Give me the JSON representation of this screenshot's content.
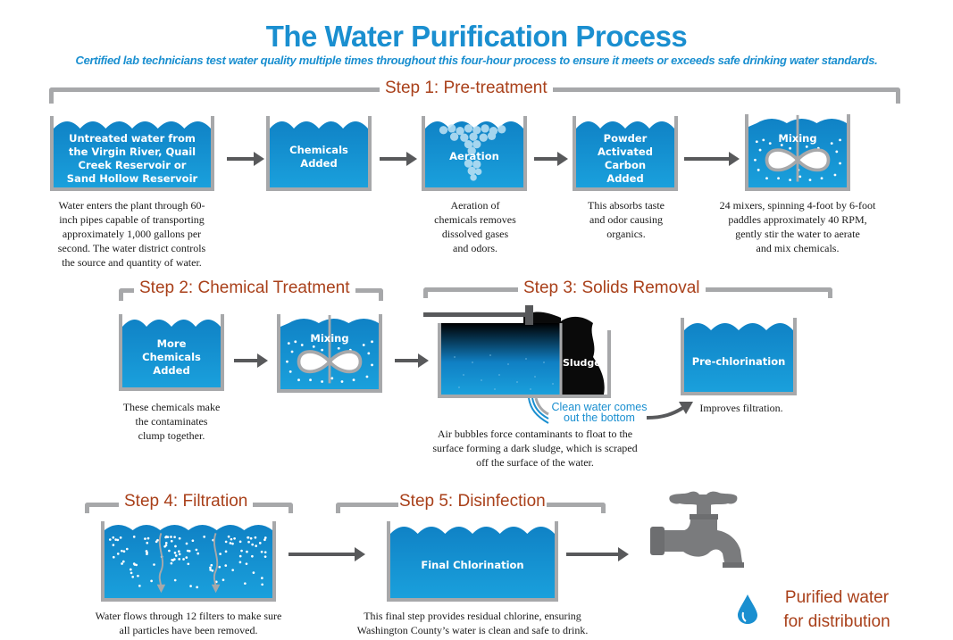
{
  "header": {
    "title": "The Water Purification Process",
    "subtitle": "Certified lab technicians test water quality multiple times throughout this four-hour process to ensure it meets or exceeds safe drinking water standards."
  },
  "colors": {
    "accent_blue": "#1a8fd0",
    "step_label": "#a9401a",
    "bracket_gray": "#a7a8aa",
    "arrow_gray": "#58595b",
    "water_top": "#0f80c4",
    "water_bottom": "#1aa0dc"
  },
  "steps": [
    {
      "label": "Step 1: Pre-treatment",
      "stages": [
        {
          "icon": "water-tank-icon",
          "label": [
            "Untreated water from",
            "the Virgin River, Quail",
            "Creek Reservoir or",
            "Sand Hollow Reservoir"
          ],
          "description": [
            "Water enters the plant through 60-",
            "inch pipes capable of transporting",
            "approximately 1,000 gallons per",
            "second.  The water district controls",
            "the source and quantity of water."
          ]
        },
        {
          "icon": "water-tank-icon",
          "label": [
            "Chemicals",
            "Added"
          ],
          "description": []
        },
        {
          "icon": "aeration-tank-icon",
          "label": [
            "Aeration"
          ],
          "description": [
            "Aeration of",
            "chemicals removes",
            "dissolved gases",
            "and odors."
          ]
        },
        {
          "icon": "water-tank-icon",
          "label": [
            "Powder",
            "Activated",
            "Carbon",
            "Added"
          ],
          "description": [
            "This absorbs taste",
            "and odor causing",
            "organics."
          ]
        },
        {
          "icon": "mixing-tank-icon",
          "label": [
            "Mixing"
          ],
          "description": [
            "24 mixers, spinning 4-foot by 6-foot",
            "paddles approximately 40 RPM,",
            "gently stir the water to aerate",
            "and mix chemicals."
          ]
        }
      ]
    },
    {
      "label": "Step 2: Chemical Treatment",
      "stages": [
        {
          "icon": "water-tank-icon",
          "label": [
            "More",
            "Chemicals",
            "Added"
          ],
          "description": [
            "These chemicals make",
            "the contaminates",
            "clump together."
          ]
        },
        {
          "icon": "mixing-tank-icon",
          "label": [
            "Mixing"
          ],
          "description": []
        }
      ]
    },
    {
      "label": "Step 3: Solids Removal",
      "stages": [
        {
          "icon": "flotation-tank-icon",
          "label": [
            "Sludge"
          ],
          "annotation": [
            "Clean water comes",
            "out the bottom"
          ],
          "description": [
            "Air bubbles force contaminants to float to the",
            "surface forming a dark sludge, which is scraped",
            "off the surface of the water."
          ]
        },
        {
          "icon": "water-tank-icon",
          "label": [
            "Pre-chlorination"
          ],
          "description": [
            "Improves filtration."
          ]
        }
      ]
    },
    {
      "label": "Step 4: Filtration",
      "stages": [
        {
          "icon": "filter-tank-icon",
          "label": [],
          "description": [
            "Water flows through 12 filters to make sure",
            "all particles have been removed."
          ]
        }
      ]
    },
    {
      "label": "Step 5: Disinfection",
      "stages": [
        {
          "icon": "water-tank-icon",
          "label": [
            "Final Chlorination"
          ],
          "description": [
            "This final step provides residual chlorine, ensuring",
            "Washington County’s water is clean and safe to drink."
          ]
        }
      ]
    }
  ],
  "outcome": {
    "icon": "faucet-icon",
    "drop_icon": "water-drop-icon",
    "label": [
      "Purified water",
      "for distribution"
    ]
  }
}
